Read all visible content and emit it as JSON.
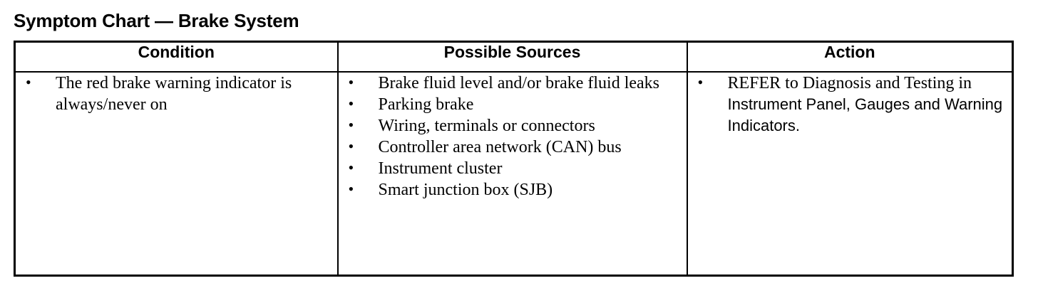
{
  "document": {
    "title": "Symptom Chart — Brake System"
  },
  "table": {
    "headers": [
      {
        "label": "Condition"
      },
      {
        "label": "Possible Sources"
      },
      {
        "label": "Action"
      }
    ],
    "rows": [
      {
        "condition": {
          "bullets": [
            "The red brake warning indicator is always/never on"
          ]
        },
        "possible_sources": {
          "bullets": [
            "Brake fluid level and/or brake fluid leaks",
            "Parking brake",
            "Wiring, terminals or connectors",
            "Controller area network (CAN) bus",
            "Instrument cluster",
            "Smart junction box (SJB)"
          ]
        },
        "action": {
          "bullets": [
            {
              "lead": "REFER to Diagnosis and Testing in ",
              "reference": "Instrument Panel, Gauges and Warning Indicators."
            }
          ]
        }
      }
    ]
  },
  "style": {
    "ink": "#000000",
    "paper": "#ffffff"
  }
}
